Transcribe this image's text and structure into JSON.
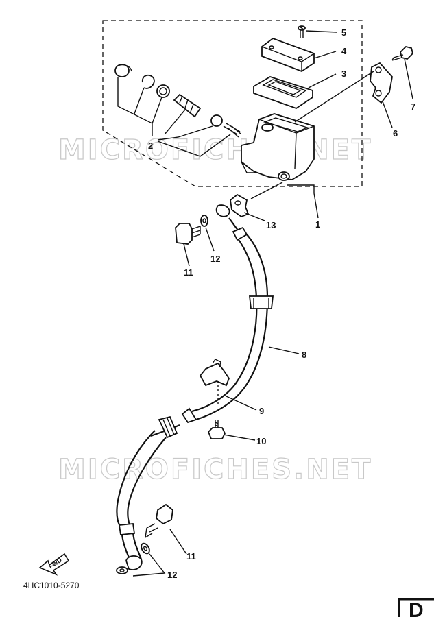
{
  "watermark": "MICROFICHES.NET",
  "diagram_code": "4HC1010-5270",
  "fwd_label": "FWD",
  "page_letter": "D",
  "callouts": {
    "c1": "1",
    "c2": "2",
    "c3": "3",
    "c4": "4",
    "c5": "5",
    "c6": "6",
    "c7": "7",
    "c8": "8",
    "c9": "9",
    "c10": "10",
    "c11a": "11",
    "c11b": "11",
    "c12a": "12",
    "c12b": "12",
    "c13": "13"
  },
  "colors": {
    "ink": "#111111",
    "watermark": "#c8c8c8",
    "background": "#ffffff"
  }
}
